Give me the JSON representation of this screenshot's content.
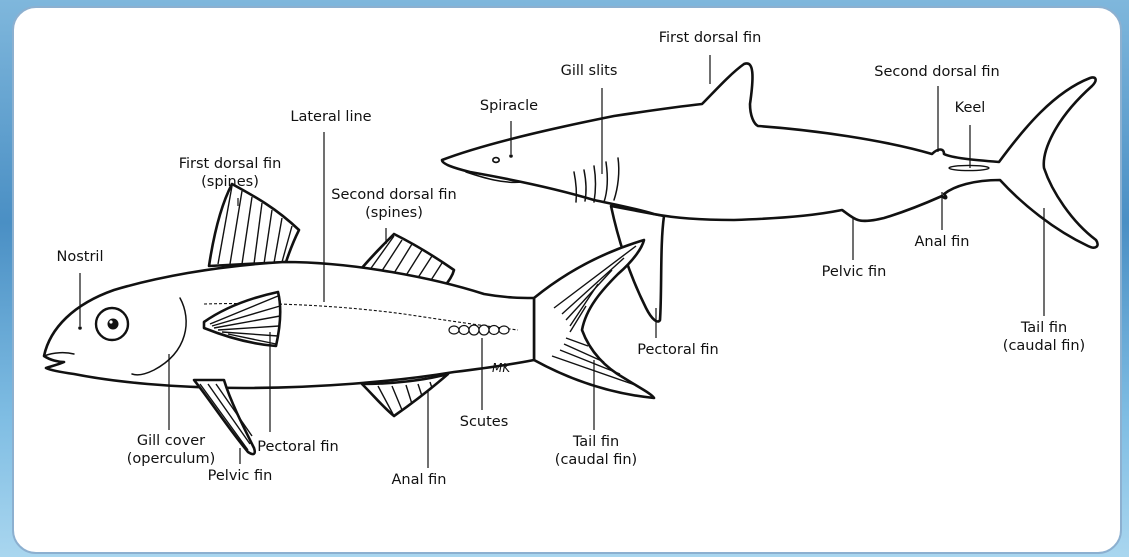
{
  "bony_fish": {
    "labels": {
      "lateral_line": "Lateral line",
      "first_dorsal_line1": "First dorsal fin",
      "first_dorsal_line2": "(spines)",
      "second_dorsal_line1": "Second dorsal fin",
      "second_dorsal_line2": "(spines)",
      "nostril": "Nostril",
      "gill_cover_line1": "Gill cover",
      "gill_cover_line2": "(operculum)",
      "pectoral_fin": "Pectoral fin",
      "pelvic_fin": "Pelvic fin",
      "anal_fin": "Anal fin",
      "scutes": "Scutes",
      "tail_line1": "Tail fin",
      "tail_line2": "(caudal fin)"
    },
    "artist_signature": "MK"
  },
  "shark": {
    "labels": {
      "first_dorsal_fin": "First dorsal fin",
      "gill_slits": "Gill slits",
      "spiracle": "Spiracle",
      "second_dorsal_fin": "Second dorsal fin",
      "keel": "Keel",
      "anal_fin": "Anal fin",
      "pelvic_fin": "Pelvic fin",
      "pectoral_fin": "Pectoral fin",
      "tail_line1": "Tail fin",
      "tail_line2": "(caudal fin)"
    }
  }
}
